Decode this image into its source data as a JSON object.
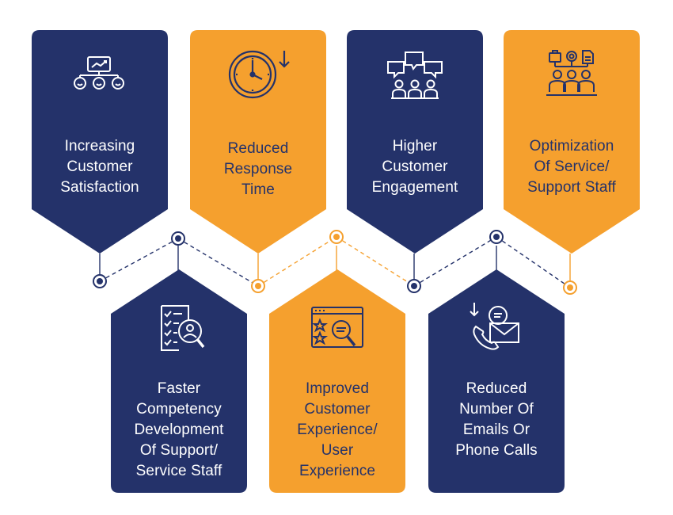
{
  "colors": {
    "navy": "#24326A",
    "orange": "#F5A02E",
    "white": "#FFFFFF"
  },
  "cards": [
    {
      "title_lines": [
        "Increasing",
        "Customer",
        "Satisfaction"
      ],
      "color": "navy",
      "icon": "satisfaction-chart-smiley-icon"
    },
    {
      "title_lines": [
        "Reduced",
        "Response",
        "Time"
      ],
      "color": "orange",
      "icon": "clock-down-arrow-icon"
    },
    {
      "title_lines": [
        "Higher",
        "Customer",
        "Engagement"
      ],
      "color": "navy",
      "icon": "chat-bubbles-people-icon"
    },
    {
      "title_lines": [
        "Optimization",
        "Of Service/",
        "Support Staff"
      ],
      "color": "orange",
      "icon": "staff-tools-organization-icon"
    },
    {
      "title_lines": [
        "Faster",
        "Competency",
        "Development",
        "Of Support/",
        "Service Staff"
      ],
      "color": "navy",
      "icon": "checklist-search-user-icon"
    },
    {
      "title_lines": [
        "Improved",
        "Customer",
        "Experience/",
        "User",
        "Experience"
      ],
      "color": "orange",
      "icon": "browser-rating-search-icon"
    },
    {
      "title_lines": [
        "Reduced",
        "Number Of",
        "Emails Or",
        "Phone Calls"
      ],
      "color": "navy",
      "icon": "phone-email-chat-icon"
    }
  ]
}
